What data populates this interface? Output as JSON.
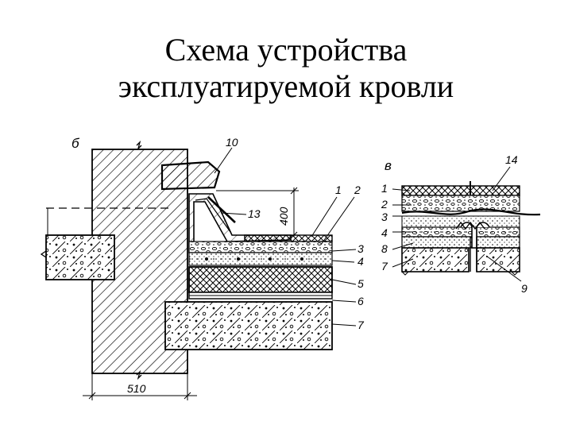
{
  "title": {
    "line1": "Схема устройства",
    "line2": "эксплуатируемой кровли"
  },
  "drawing_b": {
    "panel_letter": "б",
    "height_dim": "400",
    "width_dim": "510",
    "callouts": [
      "1",
      "2",
      "3",
      "4",
      "5",
      "6",
      "7",
      "10",
      "13"
    ]
  },
  "drawing_v": {
    "panel_letter": "в",
    "callouts_left": [
      "1",
      "2",
      "3",
      "4",
      "8",
      "7"
    ],
    "callouts_right": [
      "14",
      "9"
    ]
  }
}
